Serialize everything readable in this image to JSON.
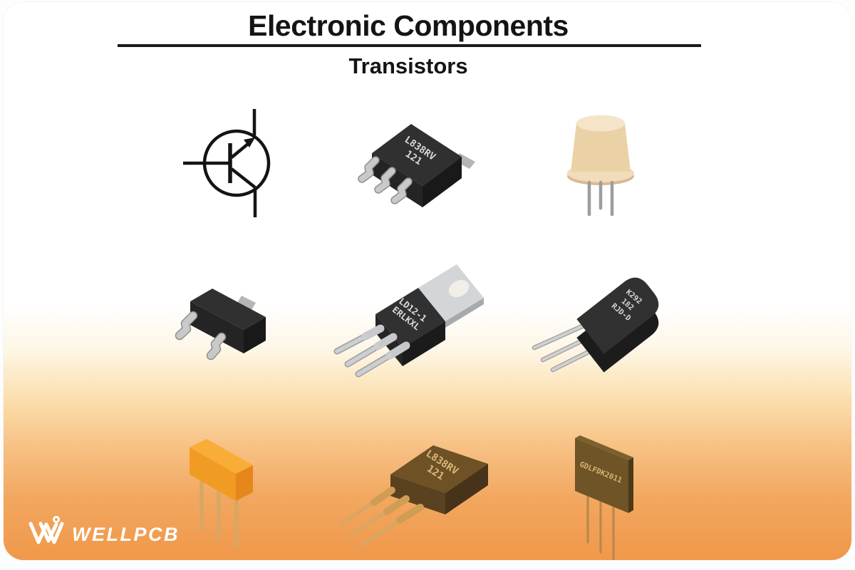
{
  "header": {
    "title": "Electronic Components",
    "subtitle": "Transistors"
  },
  "brand": {
    "name": "WELLPCB"
  },
  "labels": {
    "dpak_line1": "L838RV",
    "dpak_line2": "121",
    "to220_line1": "LD12-1",
    "to220_line2": "ERLKXL",
    "to92_line1": "K292",
    "to92_line2": "182",
    "to92_line3": "RJD-D",
    "to247_line1": "L838RV",
    "to247_line2": "121",
    "sip_line1": "GDLFDK2011"
  },
  "colors": {
    "accent_orange": "#f0984a",
    "package_black": "#2e2e2e",
    "package_brown": "#6f5126",
    "package_orange": "#f09b24",
    "metal_can_beige": "#ebd2a6",
    "lead_silver": "#c6c6c6",
    "lead_tan": "#d9a765"
  }
}
